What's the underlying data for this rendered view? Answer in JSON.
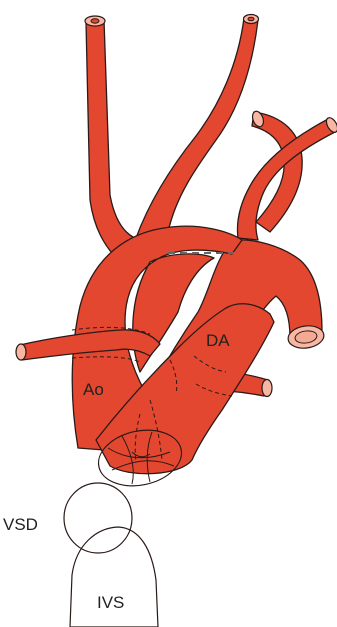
{
  "labels": {
    "aorta": "Ao",
    "ductus": "DA",
    "vsd": "VSD",
    "ivs": "IVS"
  },
  "colors": {
    "vessel": "#e4472f",
    "lumen": "#f7b7a3",
    "vsd": "#8fd1cc",
    "ivs": "#f2a393",
    "outline": "#2a1a18",
    "ligament": "#666666"
  }
}
